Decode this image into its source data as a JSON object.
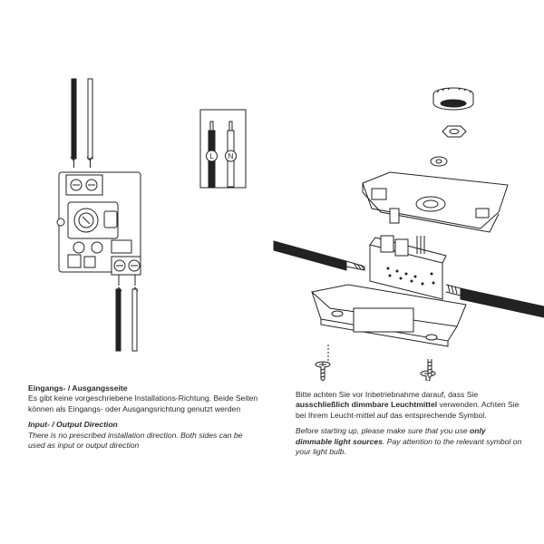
{
  "left": {
    "de_heading": "Eingangs- / Ausgangsseite",
    "de_body": "Es gibt keine vorgeschriebene Installations-Richtung. Beide Seiten können als Eingangs- oder Ausgangsrichtung genutzt werden",
    "en_heading": "Input- / Output Direction",
    "en_body": "There is no prescribed installation direction. Both sides can be used as input or output direction"
  },
  "right": {
    "de_before": "Bitte achten Sie vor Inbetriebnahme darauf, dass Sie ",
    "de_bold": "ausschließlich dimmbare Leuchtmittel",
    "de_after": " verwenden. Achten Sie bei Ihrem Leucht-mittel auf das entsprechende Symbol.",
    "en_before": "Before starting up, please make sure that you use ",
    "en_bold": "only dimmable light sources",
    "en_after": ". Pay attention to the relevant symbol on your light bulb."
  },
  "diagram": {
    "label_l": "L",
    "label_n": "N"
  }
}
